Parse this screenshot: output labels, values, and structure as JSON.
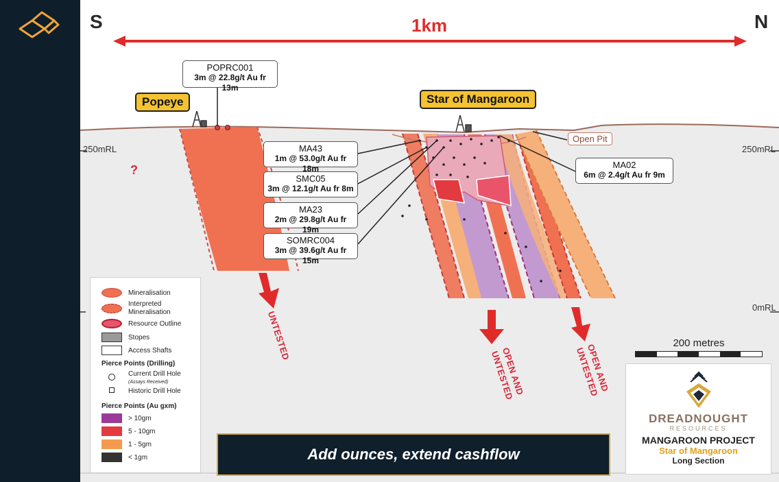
{
  "header": {
    "south": "S",
    "north": "N",
    "scale_text": "1km"
  },
  "levels": {
    "rl_250_left": "250mRL",
    "rl_250_right": "250mRL",
    "rl_0": "0mRL"
  },
  "prospects": {
    "popeye": "Popeye",
    "star": "Star of Mangaroon",
    "open_pit": "Open Pit",
    "unknown": "?"
  },
  "callouts": [
    {
      "hole": "POPRC001",
      "result": "3m @ 22.8g/t Au fr 13m"
    },
    {
      "hole": "MA43",
      "result": "1m @ 53.0g/t Au fr 18m"
    },
    {
      "hole": "SMC05",
      "result": "3m @ 12.1g/t Au fr 8m"
    },
    {
      "hole": "MA23",
      "result": "2m @ 29.8g/t Au fr 19m"
    },
    {
      "hole": "SOMRC004",
      "result": "3m @ 39.6g/t Au fr 15m"
    },
    {
      "hole": "MA02",
      "result": "6m @ 2.4g/t Au fr 9m"
    }
  ],
  "arrows": {
    "untested": "UNTESTED",
    "open_line1": "OPEN AND",
    "open_line2": "UNTESTED"
  },
  "legend": {
    "mineralisation": "Mineralisation",
    "interpreted": "Interpreted Mineralisation",
    "resource": "Resource Outline",
    "stopes": "Stopes",
    "shafts": "Access Shafts",
    "pierce_drilling": "Pierce Points (Drilling)",
    "current_hole": "Current Drill Hole",
    "assays": "(Assays Received)",
    "historic_hole": "Historic Drill Hole",
    "pierce_au": "Pierce Points (Au gxm)",
    "grades": [
      {
        "label": "> 10gm",
        "color": "#9c3a98"
      },
      {
        "label": "5 - 10gm",
        "color": "#e33a3f"
      },
      {
        "label": "1 - 5gm",
        "color": "#f39a4e"
      },
      {
        "label": "< 1gm",
        "color": "#333333"
      }
    ]
  },
  "scale_bar": {
    "label": "200 metres"
  },
  "banner": {
    "text": "Add ounces, extend cashflow"
  },
  "company": {
    "name": "DREADNOUGHT",
    "sub": "RESOURCES",
    "project": "MANGAROON PROJECT",
    "deposit": "Star of Mangaroon",
    "view": "Long Section"
  },
  "colors": {
    "red_zone": "#ef6a50",
    "orange_zone": "#f6b07a",
    "purple_zone": "#b78fc4",
    "accent_red": "#e02b2b",
    "sidebar": "#0e1f2b"
  }
}
